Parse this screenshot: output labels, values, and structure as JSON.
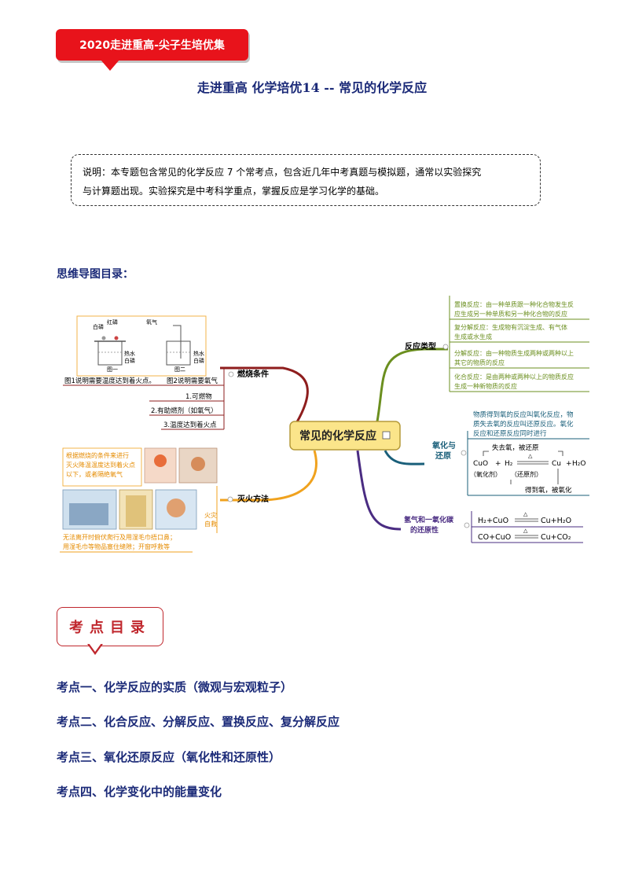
{
  "header": {
    "tag": "2020走进重高-尖子生培优集",
    "title": "走进重高  化学培优14  --  常见的化学反应"
  },
  "note": {
    "line1": "说明：本专题包含常见的化学反应 7 个常考点，包含近几年中考真题与模拟题，通常以实验探究",
    "line2": "与计算题出现。实验探究是中考科学重点，掌握反应是学习化学的基础。"
  },
  "mindmap": {
    "heading": "思维导图目录：",
    "center": "常见的化学反应",
    "burning": {
      "label": "燃烧条件",
      "fig_labels": {
        "white_p1": "白磷",
        "red_p": "红磷",
        "hot_water1": "热水",
        "white_p2": "白磷",
        "fig1": "图一",
        "oxygen": "氧气",
        "hot_water2": "热水",
        "white_p3": "白磷",
        "fig2": "图二"
      },
      "caption1": "图1说明需要温度达到着火点。",
      "caption2": "图2说明需要氧气",
      "items": [
        "1.可燃物",
        "2.有助燃剂（如氧气）",
        "3.温度达到着火点"
      ]
    },
    "extinguish": {
      "label": "灭火方法",
      "text1": [
        "根据燃烧的条件来进行",
        "灭火降温温度达到着火点",
        "以下，或者隔绝氧气"
      ],
      "text2": [
        "无法离开时俯伏爬行及用湿毛巾捂口鼻；",
        "用湿毛巾等物品塞住缝隙；开窗呼救等"
      ],
      "fire_escape": [
        "火灾",
        "自救"
      ]
    },
    "reaction_types": {
      "label": "反应类型",
      "items": [
        [
          "置换反应：由一种单质跟一种化合物发生反",
          "应生成另一种单质和另一种化合物的反应"
        ],
        [
          "复分解反应：生成物有沉淀生成、有气体",
          "生成或水生成"
        ],
        [
          "分解反应：由一种物质生成两种或两种以上",
          "其它的物质的反应"
        ],
        [
          "化合反应：是由两种或两种以上的物质反应",
          "生成一种新物质的反应"
        ]
      ]
    },
    "redox": {
      "label": [
        "氧化与",
        "还原"
      ],
      "desc": [
        "物质得到氧的反应叫氧化反应，物",
        "质失去氧的反应叫还原反应。氧化",
        "反应和还原反应同时进行"
      ],
      "top": "失去氧，被还原",
      "cuo": "CuO",
      "plus1": "+",
      "h2": "H₂",
      "delta": "△",
      "cu": "Cu",
      "plus2": "+",
      "h2o": "H₂O",
      "oxidant": "（氧化剂）",
      "reductant": "（还原剂）",
      "bottom": "得到氧，被氧化"
    },
    "reducibility": {
      "label": [
        "氢气和一氧化碳",
        "的还原性"
      ],
      "eq1_left": "H₂+CuO",
      "eq1_right": "Cu+H₂O",
      "eq2_left": "CO+CuO",
      "eq2_right": "Cu+CO₂",
      "delta": "△"
    }
  },
  "toc": {
    "title": "考点目录",
    "items": [
      "考点一、化学反应的实质（微观与宏观粒子）",
      "考点二、化合反应、分解反应、置换反应、复分解反应",
      "考点三、氧化还原反应（氧化性和还原性）",
      "考点四、化学变化中的能量变化"
    ]
  },
  "colors": {
    "tag_red": "#e8131b",
    "title_navy": "#1b2a78",
    "branch_maroon": "#8e1d1d",
    "branch_orange": "#f0a21e",
    "branch_olive": "#6b8f1f",
    "branch_teal": "#1a5f7a",
    "branch_purple": "#4a2c82",
    "center_fill": "#fbe58a"
  }
}
